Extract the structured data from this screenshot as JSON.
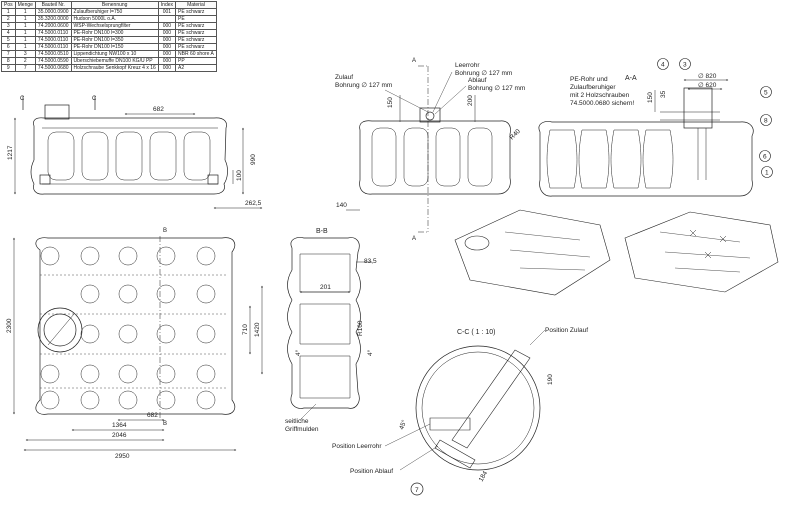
{
  "parts_table": {
    "headers": [
      "Pos",
      "Menge",
      "Bauteil Nr.",
      "Benennung",
      "Index",
      "Material"
    ],
    "rows": [
      [
        "1",
        "1",
        "35.0000.0900",
        "Zulaufberuhiger l=750",
        "001",
        "PE schwarz"
      ],
      [
        "2",
        "1",
        "35.3200.0000",
        "Hudson 5000L o.A.",
        "",
        "PE"
      ],
      [
        "3",
        "1",
        "74.2000.0600",
        "WSP-Wechselsprungfilter",
        "000",
        "PE schwarz"
      ],
      [
        "4",
        "1",
        "74.5000.0110",
        "PE-Rohr DN100 l=300",
        "000",
        "PE schwarz"
      ],
      [
        "5",
        "1",
        "74.5000.0110",
        "PE-Rohr DN100 l=350",
        "000",
        "PE schwarz"
      ],
      [
        "6",
        "1",
        "74.5000.0110",
        "PE-Rohr DN100 l=150",
        "000",
        "PE schwarz"
      ],
      [
        "7",
        "3",
        "74.5000.0510",
        "Lippendichtung NW100 x 10",
        "000",
        "NBR 60 shore A"
      ],
      [
        "8",
        "2",
        "74.5000.0590",
        "Überschiebemuffe DN100 KG/U PP",
        "000",
        "PP"
      ],
      [
        "9",
        "7",
        "74.5000.0680",
        "Holzschraube Senkkopf Kreuz 4 x 16",
        "000",
        "A2"
      ]
    ]
  },
  "front_view": {
    "section_letter_left": "C",
    "section_letter_right": "C",
    "dim_height": "1217",
    "dim_spacing": "682",
    "dim_990": "990",
    "dim_100": "100",
    "dim_262": "262,5"
  },
  "side_view": {
    "section_letter_top": "A",
    "section_letter_bottom": "A",
    "inlet_label_1": "Zulauf",
    "inlet_label_2": "Bohrung ∅ 127 mm",
    "empty_pipe_label_1": "Leerrohr",
    "empty_pipe_label_2": "Bohrung ∅ 127 mm",
    "outlet_label_1": "Ablauf",
    "outlet_label_2": "Bohrung ∅ 127 mm",
    "dim_150": "150",
    "dim_200": "200",
    "dim_r40": "R40",
    "dim_140": "140"
  },
  "section_aa": {
    "title": "A-A",
    "note_1": "PE-Rohr und",
    "note_2": "Zulaufberuhiger",
    "note_3": "mit 2 Holzschrauben",
    "note_4": "74.5000.0680 sichern!",
    "dim_150": "150",
    "dim_35": "35",
    "dim_d820": "∅ 820",
    "dim_d620": "∅ 620",
    "balloons": [
      "4",
      "3",
      "5",
      "8",
      "6",
      "1"
    ]
  },
  "top_view": {
    "section_letter": "B",
    "dim_2300": "2300",
    "dim_710": "710",
    "dim_1420": "1420",
    "dim_682": "682",
    "dim_1364": "1364",
    "dim_2046": "2046",
    "dim_2950": "2950"
  },
  "section_bb": {
    "title": "B-B",
    "dim_83": "83,5",
    "dim_201": "201",
    "dim_r160": "R160",
    "dim_4a": "4°",
    "dim_4b": "4°",
    "label_1": "seitliche",
    "label_2": "Griffmulden"
  },
  "detail_cc": {
    "title": "C-C ( 1 : 10)",
    "pos_inlet": "Position Zulauf",
    "pos_empty": "Position Leerrohr",
    "pos_outlet": "Position Ablauf",
    "dim_190": "190",
    "dim_184": "184",
    "dim_45": "45°",
    "balloon": "7"
  }
}
